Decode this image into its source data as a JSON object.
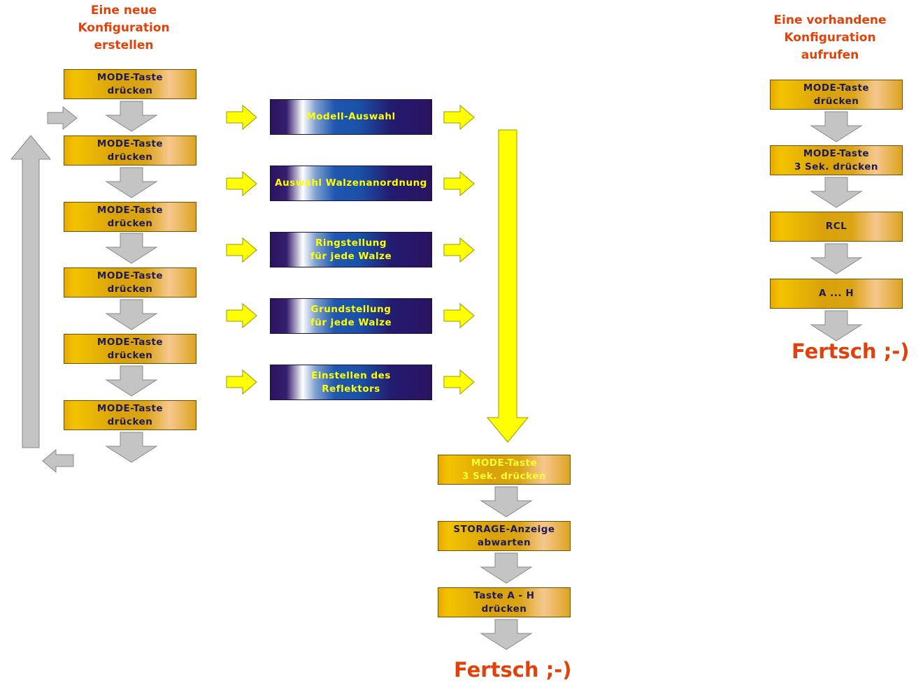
{
  "left": {
    "heading": "Eine neue\nKonfiguration\nerstellen",
    "steps": [
      "MODE-Taste\ndrücken",
      "MODE-Taste\ndrücken",
      "MODE-Taste\ndrücken",
      "MODE-Taste\ndrücken",
      "MODE-Taste\ndrücken",
      "MODE-Taste\ndrücken"
    ]
  },
  "middle": {
    "options": [
      "Modell-Auswahl",
      "Auswahl Walzenanordnung",
      "Ringstellung\nfür jede Walze",
      "Grundstellung\nfür jede Walze",
      "Einstellen des\nReflektors"
    ],
    "steps": [
      "MODE-Taste\n3 Sek. drücken",
      "STORAGE-Anzeige\nabwarten",
      "Taste A - H\ndrücken"
    ],
    "result": "Fertsch ;-)"
  },
  "right": {
    "heading": "Eine vorhandene\nKonfiguration\naufrufen",
    "steps": [
      "MODE-Taste\ndrücken",
      "MODE-Taste\n3 Sek. drücken",
      "RCL",
      "A ... H"
    ],
    "result": "Fertsch ;-)"
  },
  "colors": {
    "heading": "#e0420a",
    "gold_box": "#e0aa10",
    "blue_box": "#2a1460",
    "gray_arrow": "#c4c4c4",
    "yellow_arrow": "#ffff00"
  }
}
